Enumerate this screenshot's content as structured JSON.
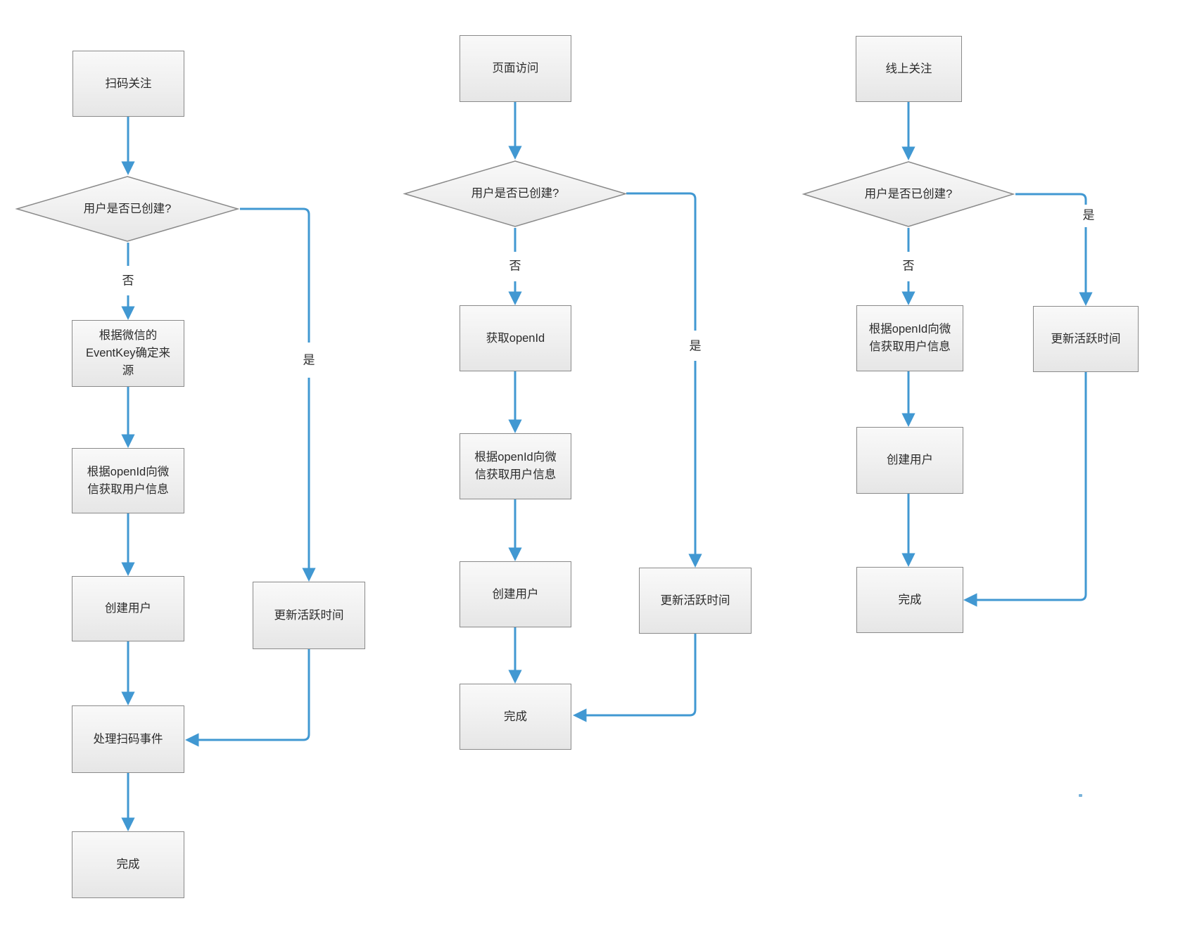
{
  "palette": {
    "arrow_blue": "#4198d2",
    "node_border_gray": "#8a8a8a",
    "node_fill_top": "#f9f9f9",
    "node_fill_bottom": "#e6e6e6",
    "text_color": "#2b2b2b",
    "background": "#ffffff"
  },
  "branch_labels": {
    "yes": "是",
    "no": "否"
  },
  "flow_scan": {
    "start": "扫码关注",
    "decision": "用户是否已创建?",
    "step_eventkey": "根据微信的\nEventKey确定来\n源",
    "step_fetch_userinfo": "根据openId向微\n信获取用户信息",
    "step_create_user": "创建用户",
    "step_handle_scan": "处理扫码事件",
    "step_done": "完成",
    "step_update_active": "更新活跃时间",
    "edges": [
      "扫码关注 -> 用户是否已创建?",
      "用户是否已创建? -否-> 根据微信的EventKey确定来源",
      "根据微信的EventKey确定来源 -> 根据openId向微信获取用户信息",
      "根据openId向微信获取用户信息 -> 创建用户",
      "创建用户 -> 处理扫码事件",
      "处理扫码事件 -> 完成",
      "用户是否已创建? -是-> 更新活跃时间",
      "更新活跃时间 -> 处理扫码事件"
    ]
  },
  "flow_page": {
    "start": "页面访问",
    "decision": "用户是否已创建?",
    "step_get_openid": "获取openId",
    "step_fetch_userinfo": "根据openId向微\n信获取用户信息",
    "step_create_user": "创建用户",
    "step_done": "完成",
    "step_update_active": "更新活跃时间",
    "edges": [
      "页面访问 -> 用户是否已创建?",
      "用户是否已创建? -否-> 获取openId",
      "获取openId -> 根据openId向微信获取用户信息",
      "根据openId向微信获取用户信息 -> 创建用户",
      "创建用户 -> 完成",
      "用户是否已创建? -是-> 更新活跃时间",
      "更新活跃时间 -> 完成"
    ]
  },
  "flow_online": {
    "start": "线上关注",
    "decision": "用户是否已创建?",
    "step_fetch_userinfo": "根据openId向微\n信获取用户信息",
    "step_create_user": "创建用户",
    "step_done": "完成",
    "step_update_active": "更新活跃时间",
    "edges": [
      "线上关注 -> 用户是否已创建?",
      "用户是否已创建? -否-> 根据openId向微信获取用户信息",
      "根据openId向微信获取用户信息 -> 创建用户",
      "创建用户 -> 完成",
      "用户是否已创建? -是-> 更新活跃时间",
      "更新活跃时间 -> 完成"
    ]
  }
}
